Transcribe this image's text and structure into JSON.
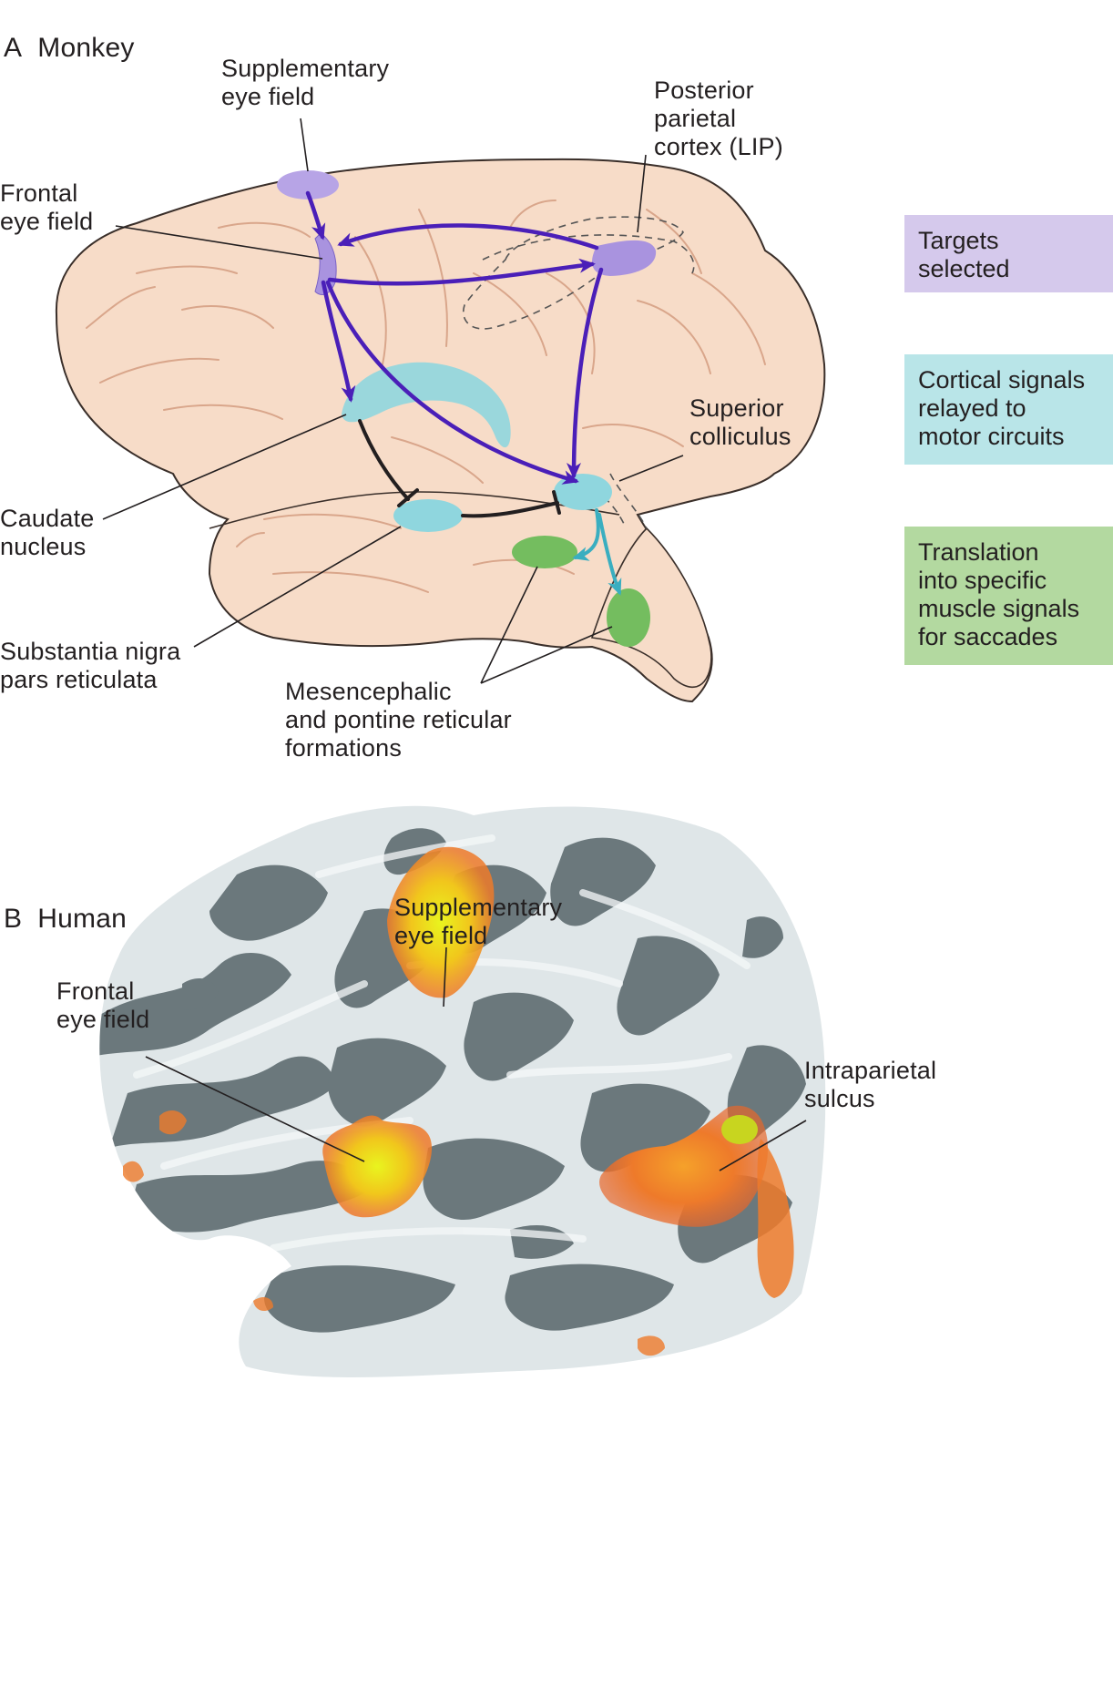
{
  "panels": {
    "a": {
      "letter": "A",
      "title": "Monkey"
    },
    "b": {
      "letter": "B",
      "title": "Human"
    }
  },
  "monkey_labels": {
    "supplementary_eye_field": "Supplementary\neye field",
    "posterior_parietal_cortex": "Posterior\nparietal\ncortex (LIP)",
    "frontal_eye_field": "Frontal\neye field",
    "superior_colliculus": "Superior\ncolliculus",
    "caudate_nucleus": "Caudate\nnucleus",
    "substantia_nigra": "Substantia nigra\npars reticulata",
    "reticular_formations": "Mesencephalic\nand pontine reticular\nformations"
  },
  "legend": [
    {
      "text": "Targets\nselected",
      "color": "#d5c9ec"
    },
    {
      "text": "Cortical signals\nrelayed to\nmotor circuits",
      "color": "#b9e5e8"
    },
    {
      "text": "Translation\ninto specific\nmuscle signals\nfor saccades",
      "color": "#b3d9a0"
    }
  ],
  "human_labels": {
    "supplementary_eye_field": "Supplementary\neye field",
    "frontal_eye_field": "Frontal\neye field",
    "intraparietal_sulcus": "Intraparietal\nsulcus"
  },
  "colors": {
    "brain_fill": "#f7dcc8",
    "brain_outline": "#3a2f2a",
    "target_region": "#a993df",
    "cortical_relay_region": "#8fd6de",
    "muscle_signal_region": "#74bd5f",
    "projection_arrow": "#4a1fb8",
    "motor_arrow": "#3aaec0",
    "inhibitory_line": "#231f20",
    "human_cortex_light": "#dfe6e8",
    "human_cortex_dark": "#6b787c",
    "activation_orange": "#ef7a2b",
    "activation_yellow": "#e8f021"
  }
}
